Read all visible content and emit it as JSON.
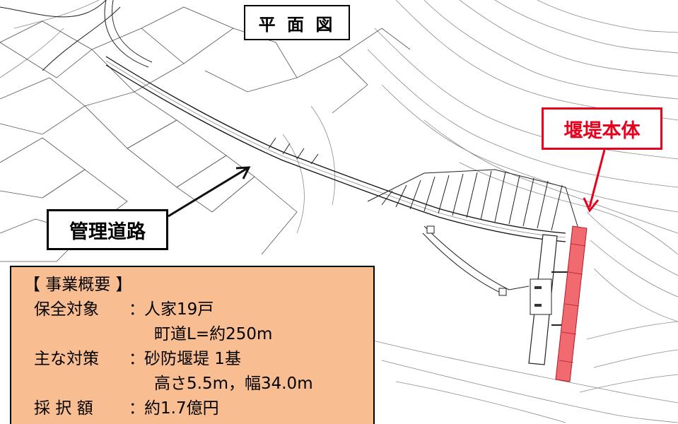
{
  "title": "平 面 図",
  "labels": {
    "dam": "堰堤本体",
    "road": "管理道路"
  },
  "summary": {
    "heading": "【 事業概要 】",
    "rows": [
      {
        "key": "保全対象",
        "value": "人家19戸"
      },
      {
        "key": "",
        "value": "町道L=約250m"
      },
      {
        "key": "主な対策",
        "value": "砂防堰堤 1基"
      },
      {
        "key": "",
        "value": "高さ5.5m，幅34.0m"
      },
      {
        "key": "採 択 額",
        "value": "約1.7億円"
      }
    ]
  },
  "colors": {
    "dam_fill": "#f06a70",
    "label_red": "#e8001c",
    "summary_fill": "#f9bd92"
  }
}
